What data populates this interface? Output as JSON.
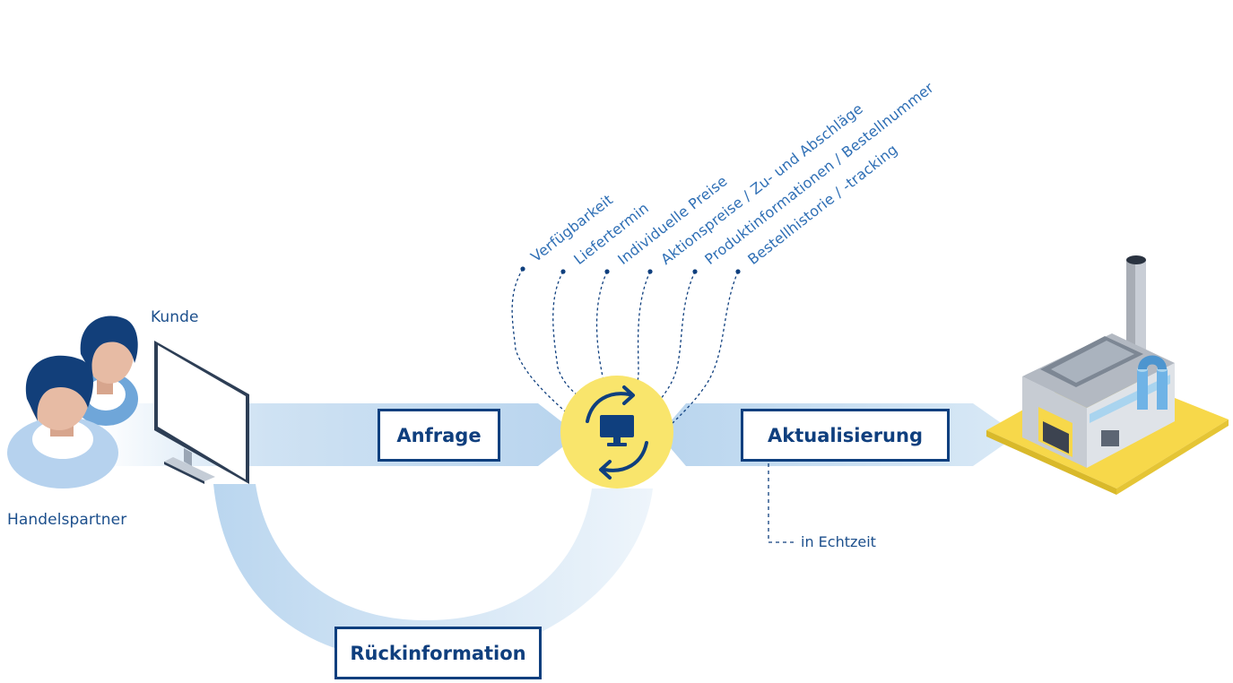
{
  "labels": {
    "customer": "Kunde",
    "partner": "Handelspartner",
    "request": "Anfrage",
    "update": "Aktualisierung",
    "feedback": "Rückinformation",
    "realtime": "in Echtzeit"
  },
  "features": [
    "Verfügbarkeit",
    "Liefertermin",
    "Individuelle Preise",
    "Aktionspreise / Zu- und Abschläge",
    "Produktinformationen / Bestellnummer",
    "Bestellhistorie / -tracking"
  ],
  "colors": {
    "navy": "#0f3f7e",
    "blue_text": "#2f6fb5",
    "flow_light": "#c9dff2",
    "hub_yellow": "#f9e56c",
    "factory_base": "#f7d84a"
  }
}
